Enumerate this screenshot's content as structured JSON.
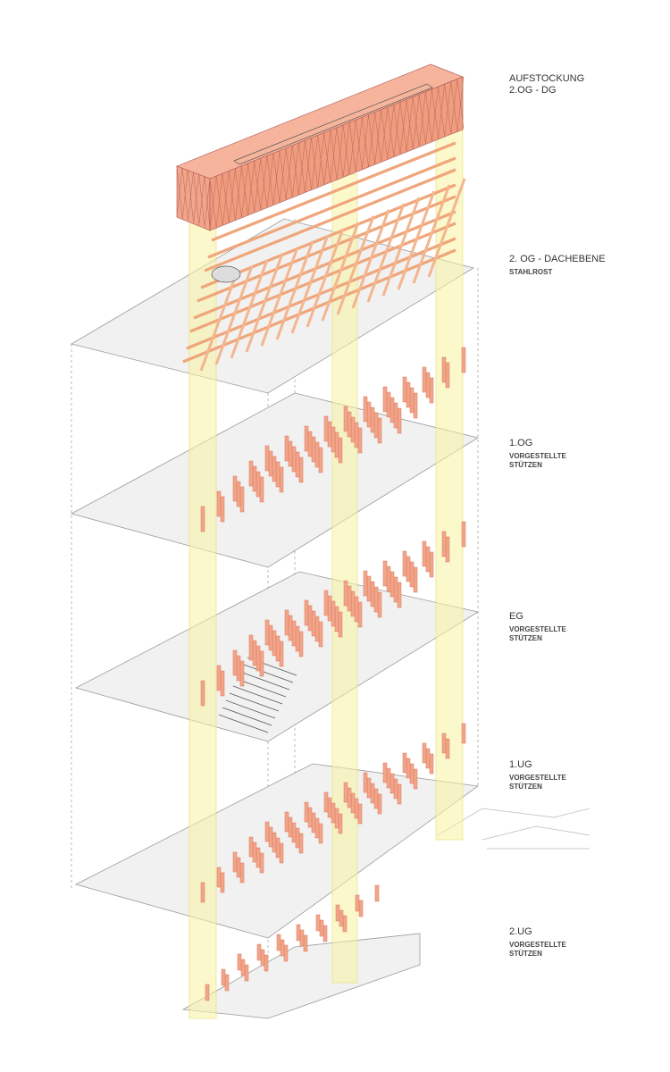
{
  "levels": [
    {
      "title": "AUFSTOCKUNG",
      "subtitle": "2.OG - DG"
    },
    {
      "title": "2. OG - DACHEBENE",
      "subtitle": "STAHLROST"
    },
    {
      "title": "1.OG",
      "subtitle": "VORGESTELLTE STÜTZEN"
    },
    {
      "title": "EG",
      "subtitle": "VORGESTELLTE STÜTZEN"
    },
    {
      "title": "1.UG",
      "subtitle": "VORGESTELLTE STÜTZEN"
    },
    {
      "title": "2.UG",
      "subtitle": "VORGESTELLTE STÜTZEN"
    }
  ],
  "colors": {
    "timber": "#f2a58a",
    "timber_dark": "#d9785a",
    "core": "#f7f3a0",
    "plate": "#f1f1f1",
    "line": "#9a9a9a"
  }
}
